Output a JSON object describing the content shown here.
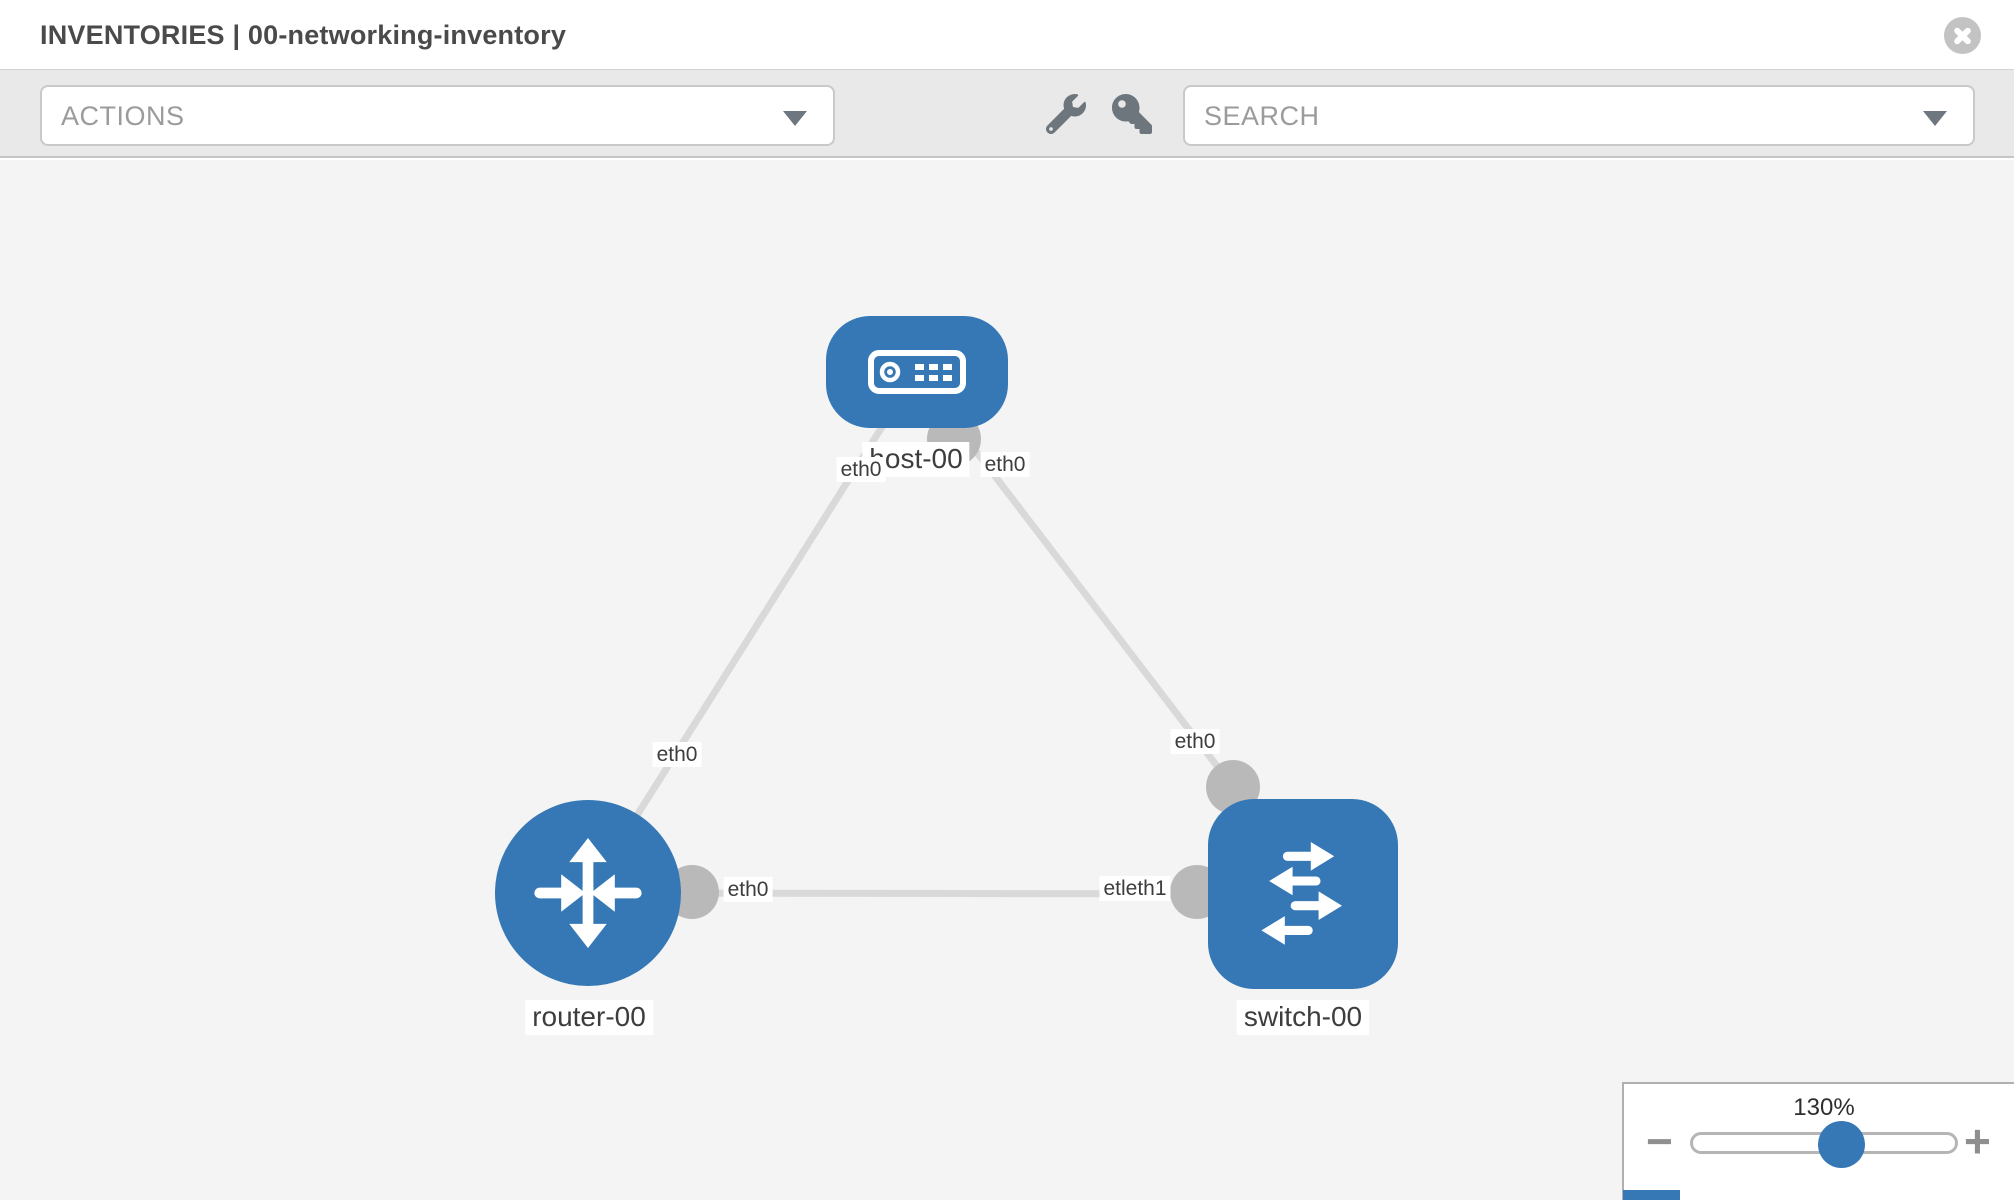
{
  "header": {
    "title": "INVENTORIES | 00-networking-inventory"
  },
  "toolbar": {
    "actions_label": "ACTIONS",
    "search_placeholder": "SEARCH"
  },
  "topology": {
    "nodes": [
      {
        "label": "host-00",
        "type": "host",
        "icon": "server-icon"
      },
      {
        "label": "router-00",
        "type": "router",
        "icon": "router-arrows-icon"
      },
      {
        "label": "switch-00",
        "type": "switch",
        "icon": "switch-arrows-icon"
      }
    ],
    "links": [
      {
        "from": "router-00",
        "to": "host-00"
      },
      {
        "from": "host-00",
        "to": "switch-00"
      },
      {
        "from": "router-00",
        "to": "switch-00"
      }
    ],
    "link_labels": {
      "host_left": "eth0",
      "host_right": "eth0",
      "router_to_host": "eth0",
      "switch_to_host": "eth0",
      "router_to_switch": "eth0",
      "switch_to_router_overlap": "etleth1"
    }
  },
  "zoom_control": {
    "percent": "130%",
    "minus_label": "−",
    "plus_label": "+"
  },
  "colors": {
    "node-blue": "#3578b5",
    "link-gray": "#d9d9d9",
    "dot-gray": "#b9b9b9",
    "canvas-bg": "#f4f4f4",
    "toolbar-bg": "#e9e9e9",
    "border-gray": "#c9c9c9",
    "muted-text": "#9b9b9b",
    "title-text": "#4a4a4a",
    "icon-gray": "#6d757d"
  }
}
